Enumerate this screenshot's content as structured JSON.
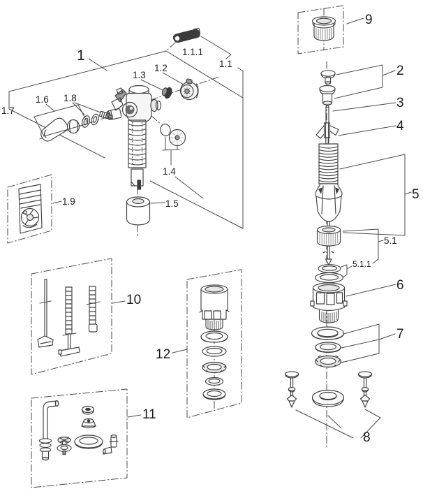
{
  "diagram": {
    "kind": "exploded-parts-diagram",
    "labels": [
      {
        "id": "1",
        "text": "1"
      },
      {
        "id": "1.1",
        "text": "1.1"
      },
      {
        "id": "1.1.1",
        "text": "1.1.1"
      },
      {
        "id": "1.2",
        "text": "1.2"
      },
      {
        "id": "1.3",
        "text": "1.3"
      },
      {
        "id": "1.4",
        "text": "1.4"
      },
      {
        "id": "1.5",
        "text": "1.5"
      },
      {
        "id": "1.6",
        "text": "1.6"
      },
      {
        "id": "1.7",
        "text": "1.7"
      },
      {
        "id": "1.8",
        "text": "1.8"
      },
      {
        "id": "1.9",
        "text": "1.9"
      },
      {
        "id": "2",
        "text": "2"
      },
      {
        "id": "3",
        "text": "3"
      },
      {
        "id": "4",
        "text": "4"
      },
      {
        "id": "5",
        "text": "5"
      },
      {
        "id": "5.1",
        "text": "5.1"
      },
      {
        "id": "5.1.1",
        "text": "5.1.1"
      },
      {
        "id": "6",
        "text": "6"
      },
      {
        "id": "7",
        "text": "7"
      },
      {
        "id": "8",
        "text": "8"
      },
      {
        "id": "9",
        "text": "9"
      },
      {
        "id": "10",
        "text": "10"
      },
      {
        "id": "11",
        "text": "11"
      },
      {
        "id": "12",
        "text": "12"
      }
    ]
  },
  "colors": {
    "background": "#ffffff",
    "line": "#3f3f3f",
    "pointer": "#4a4a4a",
    "text": "#1b1b1b",
    "dark_part": "#3b3b3b",
    "mid_part": "#9a9a9a",
    "light_part": "#e6e6e6"
  }
}
